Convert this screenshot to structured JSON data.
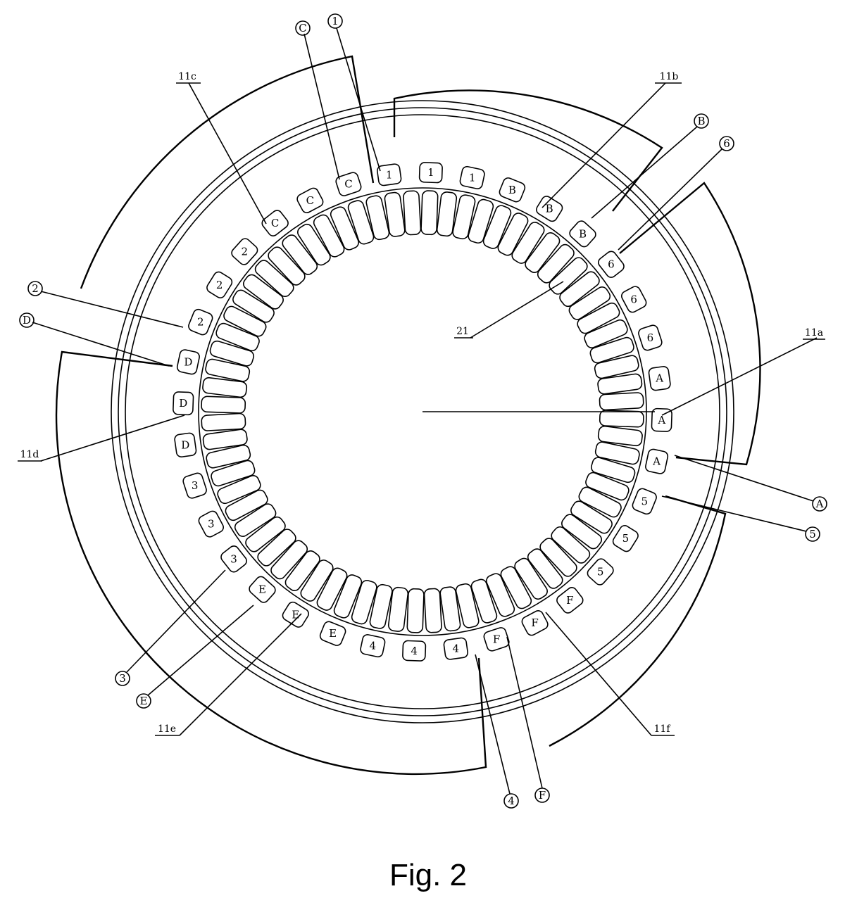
{
  "caption": "Fig. 2",
  "references": {
    "r11a": "11a",
    "r11b": "11b",
    "r11c": "11c",
    "r11d": "11d",
    "r11e": "11e",
    "r11f": "11f",
    "r21": "21"
  },
  "slot_labels": [
    "1",
    "1",
    "1",
    "B",
    "B",
    "B",
    "6",
    "6",
    "6",
    "A",
    "A",
    "A",
    "5",
    "5",
    "5",
    "F",
    "F",
    "F",
    "4",
    "4",
    "4",
    "E",
    "E",
    "E",
    "3",
    "3",
    "3",
    "D",
    "D",
    "D",
    "2",
    "2",
    "2",
    "C",
    "C",
    "C"
  ],
  "terminals": {
    "t_C": "C",
    "t_1": "1",
    "t_B": "B",
    "t_6": "6",
    "t_A": "A",
    "t_5": "5",
    "t_F": "F",
    "t_4": "4",
    "t_E": "E",
    "t_3": "3",
    "t_D": "D",
    "t_2": "2"
  }
}
